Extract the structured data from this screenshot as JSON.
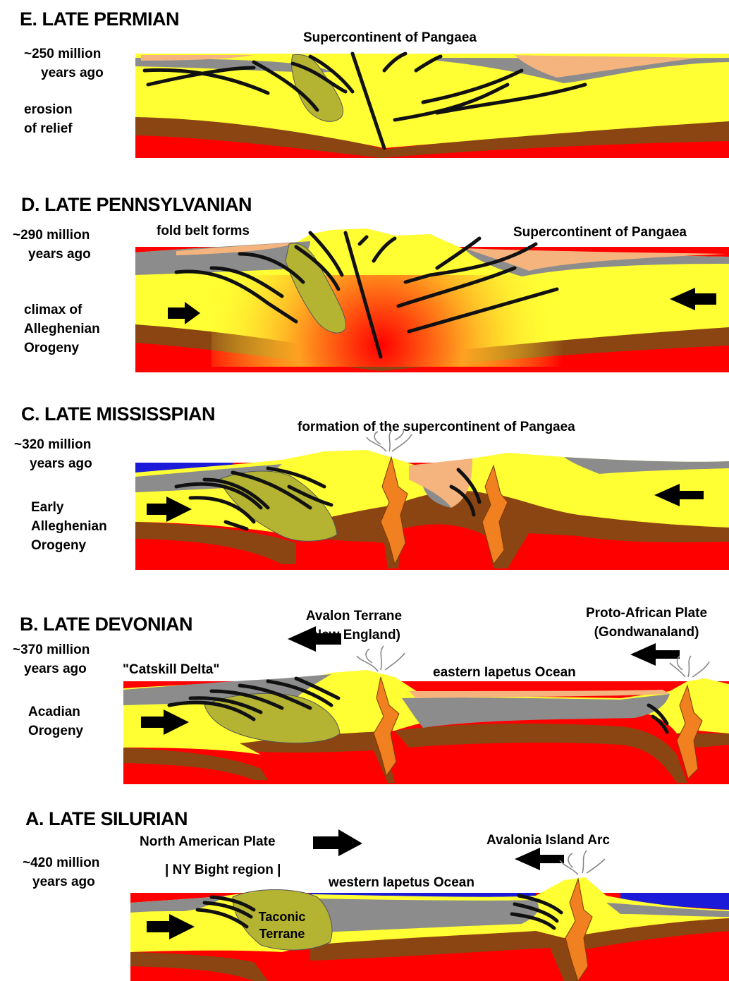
{
  "colors": {
    "crust": "#ffff33",
    "mantle": "#ff0000",
    "lithosphere": "#8b4513",
    "sediment_gray": "#8c8c8c",
    "sediment_tan": "#f5b47d",
    "ocean": "#1a1ad8",
    "terrane": "#b4b432",
    "magma": "#f08020",
    "fault": "#111111"
  },
  "panels": [
    {
      "key": "E",
      "title": "E. LATE PERMIAN",
      "age_line1": "~250 million",
      "age_line2": "years ago",
      "note": "erosion\nof relief",
      "labels": [
        "Supercontinent of Pangaea"
      ]
    },
    {
      "key": "D",
      "title": "D. LATE PENNSYLVANIAN",
      "age_line1": "~290 million",
      "age_line2": "years ago",
      "note": "climax of\nAlleghenian\nOrogeny",
      "labels": [
        "fold belt forms",
        "Supercontinent of Pangaea"
      ]
    },
    {
      "key": "C",
      "title": "C. LATE MISSISSPIAN",
      "age_line1": "~320 million",
      "age_line2": "years ago",
      "note": "Early\nAlleghenian\nOrogeny",
      "labels": [
        "formation of the supercontinent of Pangaea"
      ]
    },
    {
      "key": "B",
      "title": "B. LATE DEVONIAN",
      "age_line1": "~370 million",
      "age_line2": "years ago",
      "note": "Acadian\nOrogeny",
      "labels": [
        "\"Catskill Delta\"",
        "Avalon Terrane\n(New England)",
        "Proto-African Plate\n(Gondwanaland)",
        "eastern Iapetus Ocean"
      ]
    },
    {
      "key": "A",
      "title": "A. LATE SILURIAN",
      "age_line1": "~420 million",
      "age_line2": "years ago",
      "labels": [
        "North American Plate",
        "| NY Bight region |",
        "western Iapetus Ocean",
        "Avalonia Island Arc",
        "Taconic\nTerrane"
      ]
    }
  ]
}
